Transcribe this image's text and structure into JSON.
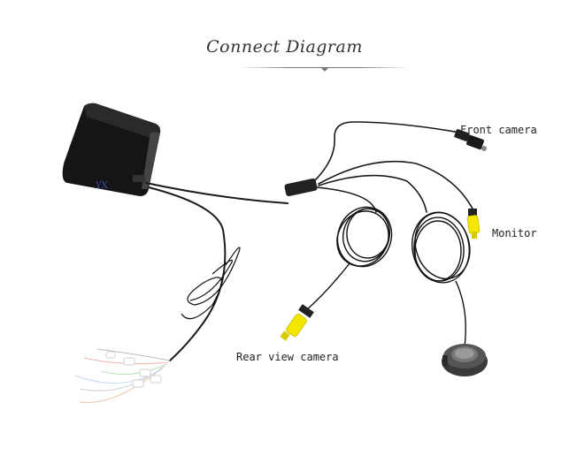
{
  "header": {
    "title": "Connect Diagram"
  },
  "labels": {
    "front_camera": "Front camera",
    "monitor": "Monitor",
    "rear_view_camera": "Rear view camera"
  },
  "device": {
    "logo_text": "YX"
  },
  "colors": {
    "cable": "#1a1a1a",
    "rca_yellow": "#f3e600",
    "device_body": "#151515",
    "sensor": "#3a3a3a"
  }
}
